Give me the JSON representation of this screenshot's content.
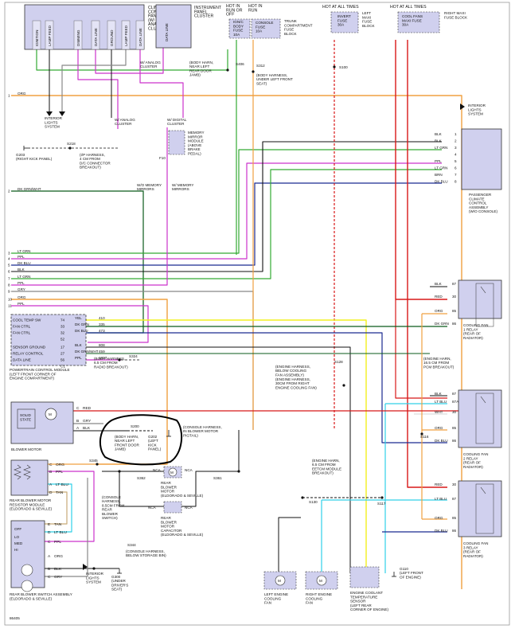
{
  "modules": {
    "climate_panel": {
      "label": "CLIMATE\nCONTROL\nPANEL\n(W/\nANALOG\nCLUSTER)",
      "pins": [
        "IGNITION",
        "LAMP FEED",
        "DIMMING",
        "DATA LINE",
        "GROUND",
        "LAMP FEED",
        "DATA LINE"
      ]
    },
    "instrument_cluster": {
      "label": "INSTRUMENT\nPANEL\nCLUSTER",
      "pin": "DATA LINE"
    },
    "hot_run_off": "HOT IN\nRUN OR\nOFF",
    "hot_run": "HOT IN\nRUN",
    "ign_body_fuse": "IGN/C\nBODY\nFUSE\n10A",
    "console_fuse": "CONSOLE\nFUSE\n10A",
    "trunk_block": "TRUNK\nCOMPARTMENT\nFUSE\nBLOCK",
    "hot_all_1": "HOT AT ALL TIMES",
    "invert_fuse": "INVERT\nFUSE\n30A",
    "left_maxi": "LEFT\nMAXI\nFUSE\nBLOCK",
    "hot_all_2": "HOT AT ALL TIMES",
    "cool_fans_fuse": "COOL FANS\nMAXI FUSE\n30A",
    "right_maxi": "RIGHT MAXI\nFUSE BLOCK",
    "passenger_climate": "PASSENGER\nCLIMATE\nCONTROL\nASSEMBLY\n(W/O CONSOLE)",
    "interior_lights_top": "INTERIOR\nLIGHTS\nSYSTEM",
    "interior_lights_left": "INTERIOR\nLIGHTS\nSYSTEM",
    "memory_mirror": "MEMORY\nMIRROR\nMODULE\n(ABOVE\nBRAKE\nPEDAL)",
    "pcm": "POWERTRAIN CONTROL MODULE\n(LEFT FRONT CORNER OF\nENGINE COMPARTMENT)",
    "blower_motor": "BLOWER MOTOR",
    "solid_state": "SOLID\nSTATE",
    "rear_resistor": "REAR BLOWER MOTOR\nRESISTOR MODULE\n(ELDORADO & SEVILLE)",
    "rear_switch": "REAR BLOWER SWITCH ASSEMBLY\n(ELDORADO & SEVILLE)",
    "rear_motor": "REAR\nBLOWER\nMOTOR\n(ELDORADO & SEVILLE)",
    "rear_capacitor": "REAR\nBLOWER\nMOTOR\nCAPACITOR\n(ELDORADO & SEVILLE)",
    "left_fan": "LEFT ENGINE\nCOOLING\nFAN",
    "right_fan": "RIGHT ENGINE\nCOOLING\nFAN",
    "coolant_sensor": "ENGINE COOLANT\nTEMPERATURE\nSENSOR\n(LEFT REAR\nCORNER OF ENGINE)",
    "fan_relay_1": "COOLING FAN\n1 RELAY\n(REAR OF\nRADIATOR)",
    "fan_relay_2": "COOLING FAN\n2 RELAY\n(REAR OF\nRADIATOR)",
    "fan_relay_3": "COOLING FAN\n3 RELAY\n(REAR OF\nRADIATOR)",
    "interior_lights_rear": "INTERIOR\nLIGHTS\nSYSTEM"
  },
  "pcm_pins": [
    {
      "label": "COOL TEMP SW",
      "pin": "74",
      "wire": "YEL",
      "circuit": "410"
    },
    {
      "label": "FAN CTRL",
      "pin": "33",
      "wire": "DK GRN",
      "circuit": "335"
    },
    {
      "label": "FAN CTRL",
      "pin": "32",
      "wire": "DK BLU",
      "circuit": "473"
    },
    {
      "label": "",
      "pin": "52",
      "wire": "",
      "circuit": ""
    },
    {
      "label": "SENSOR GROUND",
      "pin": "17",
      "wire": "BLK",
      "circuit": "808"
    },
    {
      "label": "RELAY CONTROL",
      "pin": "27",
      "wire": "DK GRN/WHT",
      "circuit": "459"
    },
    {
      "label": "DATA LINE",
      "pin": "56",
      "wire": "PPL",
      "circuit": "1807"
    },
    {
      "label": "",
      "pin": "C1",
      "wire": "",
      "circuit": ""
    }
  ],
  "passenger_pins": [
    {
      "wire": "BLK",
      "pin": "1"
    },
    {
      "wire": "BLK",
      "pin": "2"
    },
    {
      "wire": "LT GRN",
      "pin": "3"
    },
    {
      "wire": "",
      "pin": "4"
    },
    {
      "wire": "PPL",
      "pin": "5"
    },
    {
      "wire": "LT GRN",
      "pin": "6"
    },
    {
      "wire": "BRN",
      "pin": "7"
    },
    {
      "wire": "DK BLU",
      "pin": "8"
    }
  ],
  "left_wires": [
    {
      "num": "1",
      "color": "ORG"
    },
    {
      "num": "2",
      "color": "DK GRN/WHT"
    },
    {
      "num": "3",
      "color": "LT GRN"
    },
    {
      "num": "4",
      "color": "PPL"
    },
    {
      "num": "5",
      "color": "DK BLU"
    },
    {
      "num": "6",
      "color": "BLK"
    },
    {
      "num": "7",
      "color": "LT GRN"
    },
    {
      "num": "8",
      "color": "PPL"
    },
    {
      "num": "9",
      "color": "GRY"
    },
    {
      "num": "10",
      "color": "ORG"
    },
    {
      "num": "11",
      "color": "PPL"
    }
  ],
  "relay1_pins": [
    {
      "wire": "BLK",
      "pin": "87"
    },
    {
      "wire": "RED",
      "pin": "30"
    },
    {
      "wire": "ORG",
      "pin": "85"
    },
    {
      "wire": "DK GRN",
      "pin": "86"
    }
  ],
  "relay2_pins": [
    {
      "wire": "BLK",
      "pin": "87"
    },
    {
      "wire": "LT BLU",
      "pin": "87A"
    },
    {
      "wire": "WHT",
      "pin": "30"
    },
    {
      "wire": "ORG",
      "pin": "85"
    },
    {
      "wire": "DK BLU",
      "pin": "86"
    }
  ],
  "relay3_pins": [
    {
      "wire": "RED",
      "pin": "30"
    },
    {
      "wire": "LT BLU",
      "pin": "87"
    },
    {
      "wire": "ORG",
      "pin": "85"
    },
    {
      "wire": "DK BLU",
      "pin": "86"
    }
  ],
  "labels": {
    "w_analog_cluster": "W/ ANALOG\nCLUSTER",
    "w_analog_cluster2": "W/ ANALOG\nCLUSTER",
    "w_digital_cluster": "W/ DIGITAL\nCLUSTER",
    "body_harness_top": "(BODY HARN,\nNEAR LEFT\nREAR DOOR\nJAMB)",
    "s406": "S406",
    "s312": "S312",
    "body_harness_under": "(BODY HARNESS,\nUNDER LEFT FRONT\nSEAT)",
    "s100": "S100",
    "s218": "S218",
    "ip_harness": "(I/P HARNESS,\n4 CM FROM\nD/C CONNECTOR\nBREAKOUT)",
    "g203": "G203\n(RIGHT KICK PANEL)",
    "f10": "F10",
    "wo_memory": "W/O MEMORY\nMIRRORS",
    "w_memory": "W/ MEMORY\nMIRRORS",
    "body_harness_pcm": "(BODY HARNESS,\n6.5 CM FROM\nRADIO BREAKOUT)",
    "s324": "S324",
    "s128": "S128",
    "engine_harness_1": "(ENGINE HARNESS,\nBELOW COOLING\nFAN ASSEMBLY)",
    "engine_harness_2": "(ENGINE HARNESS,\n30CM FROM RIGHT\nENGINE COOLING FAN)",
    "engine_harn_pcm": "(ENGINE HARN,\n16.5 CM FROM\nPCM BREAKOUT)",
    "s200": "S200",
    "body_harn_kick": "(BODY HARN,\nNEAR LEFT\nFRONT DOOR\nJAMB)",
    "g202": "G202\n(LEFT\nKICK\nPANEL)",
    "console_harn_pigtail": "(CONSOLE HARNESS,\nIN BLOWER MOTOR\nPIGTAIL)",
    "s345": "S345",
    "s362": "S362",
    "s361": "S361",
    "s116": "S116",
    "s130": "S130",
    "s117": "S117",
    "engine_harn_eecm": "(ENGINE HARN,\n6.5 CM FROM\nEETCM MODULE\nBREAKOUT)",
    "console_harn_switch": "(CONSOLE\nHARNESS,\n8.5CM FROM\nREAR\nBLOWER\nSWITCH)",
    "s344": "S344",
    "console_harn_bin": "(CONSOLE HARNESS,\nBELOW STORAGE BIN)",
    "g300": "G300\n(UNDER\nDRIVER'S\nSEAT)",
    "g110": "G110\n(LEFT FRONT\nOF ENGINE)",
    "figure_id": "86405"
  },
  "colors": {
    "orange": "#f0a040",
    "lt_green": "#33aa33",
    "dk_green": "#0a5a1a",
    "purple": "#cc33cc",
    "dk_blue": "#1a2a90",
    "lt_blue": "#30d0e8",
    "black": "#111111",
    "red": "#d81818",
    "yellow": "#f2f020",
    "gray": "#888888",
    "brown": "#8b5a2b",
    "tan": "#c8aa78",
    "white": "#dddddd",
    "module_fill": "#d0d0ee"
  }
}
